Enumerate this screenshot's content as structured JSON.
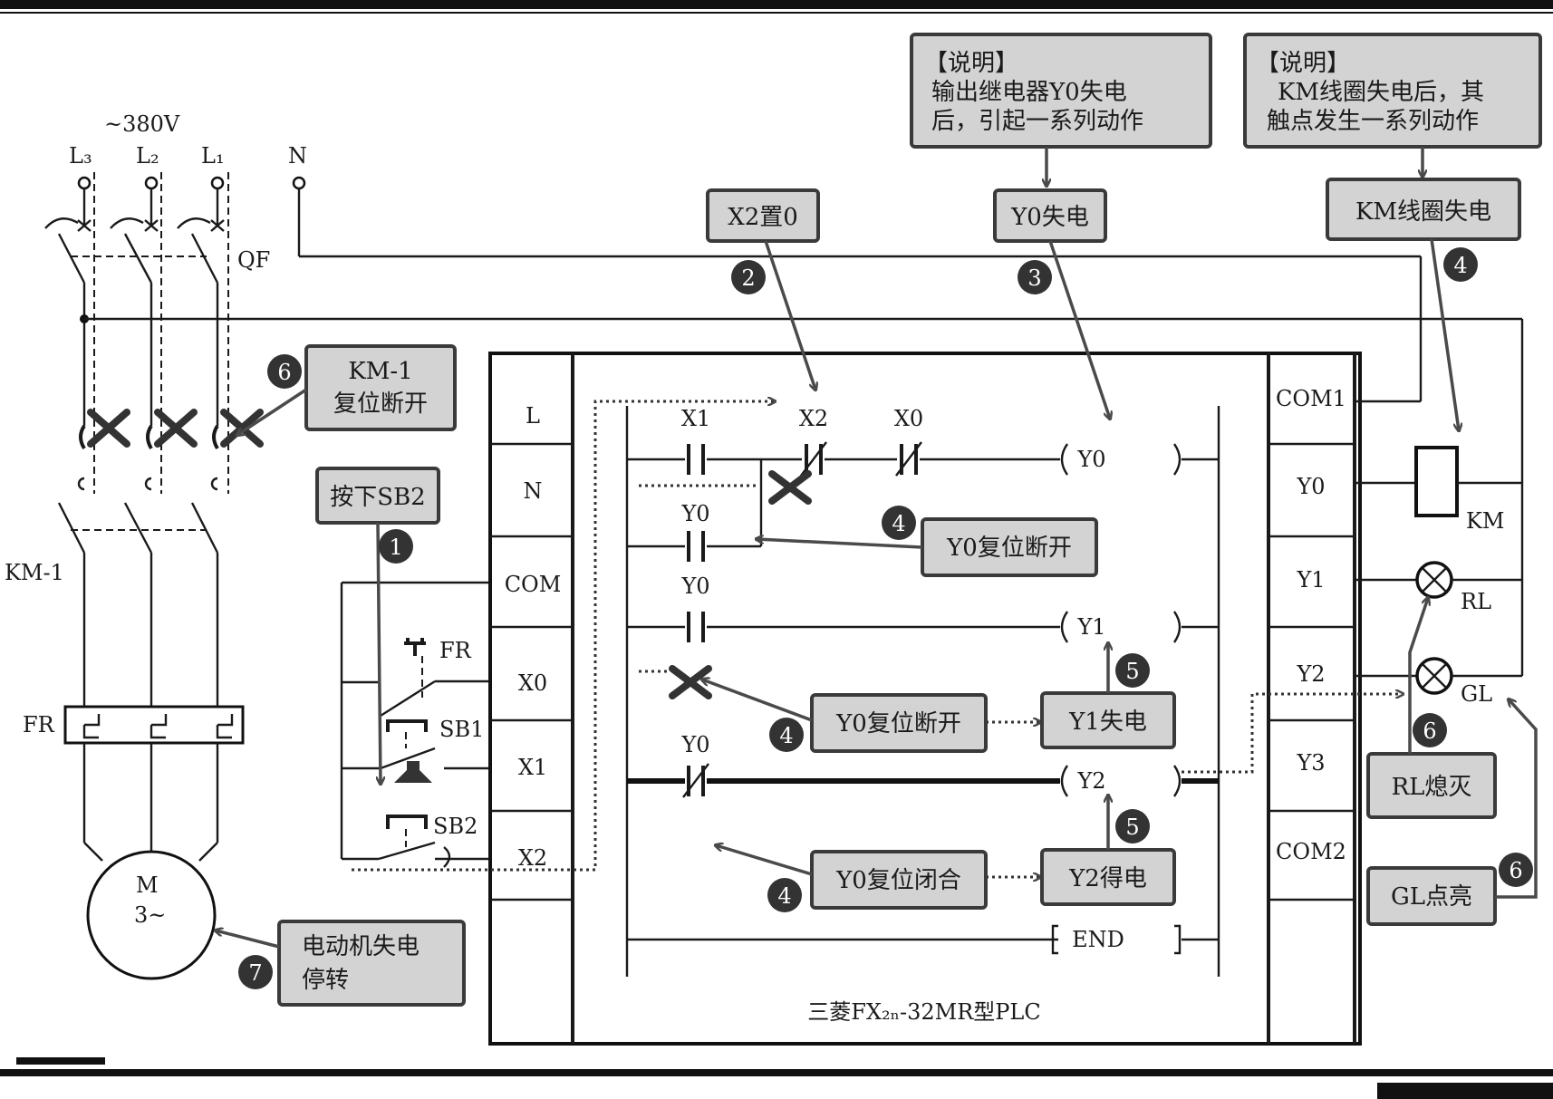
{
  "supply": {
    "voltage": "~380V",
    "L3": "L₃",
    "L2": "L₂",
    "L1": "L₁",
    "N": "N",
    "QF": "QF"
  },
  "power_labels": {
    "km1": "KM-1",
    "fr": "FR",
    "motor_m": "M",
    "motor_phase": "3~"
  },
  "input_labels": {
    "fr": "FR",
    "sb1": "SB1",
    "sb2": "SB2"
  },
  "plc": {
    "left_terminals": [
      "L",
      "N",
      "COM",
      "X0",
      "X1",
      "X2"
    ],
    "right_terminals": [
      "COM1",
      "Y0",
      "Y1",
      "Y2",
      "Y3",
      "COM2"
    ],
    "model": "三菱FX₂ₙ-32MR型PLC"
  },
  "ladder": {
    "contacts": {
      "x1": "X1",
      "x2": "X2",
      "x0": "X0",
      "y0_a": "Y0",
      "y0_b": "Y0",
      "y0_c": "Y0"
    },
    "coils": {
      "y0": "Y0",
      "y1": "Y1",
      "y2": "Y2",
      "end": "END"
    }
  },
  "outputs": {
    "km": "KM",
    "rl": "RL",
    "gl": "GL"
  },
  "notes": [
    {
      "title": "【说明】",
      "lines": [
        "输出继电器Y0失电",
        "后，引起一系列动作"
      ]
    },
    {
      "title": "【说明】",
      "lines": [
        "KM线圈失电后，其",
        "触点发生一系列动作"
      ]
    }
  ],
  "callouts": {
    "x2_zero": "X2置0",
    "y0_lose": "Y0失电",
    "km_coil_lose": "KM线圈失电",
    "km1_reset": [
      "KM-1",
      "复位断开"
    ],
    "press_sb2": "按下SB2",
    "y0_reset_open_1": "Y0复位断开",
    "y0_reset_open_2": "Y0复位断开",
    "y1_lose": "Y1失电",
    "y0_reset_close": "Y0复位闭合",
    "y2_gain": "Y2得电",
    "rl_off": "RL熄灭",
    "gl_on": "GL点亮",
    "motor_stop": [
      "电动机失电",
      "停转"
    ]
  },
  "steps": [
    "1",
    "2",
    "3",
    "4",
    "4",
    "4",
    "4",
    "5",
    "5",
    "6",
    "6",
    "6",
    "7"
  ]
}
